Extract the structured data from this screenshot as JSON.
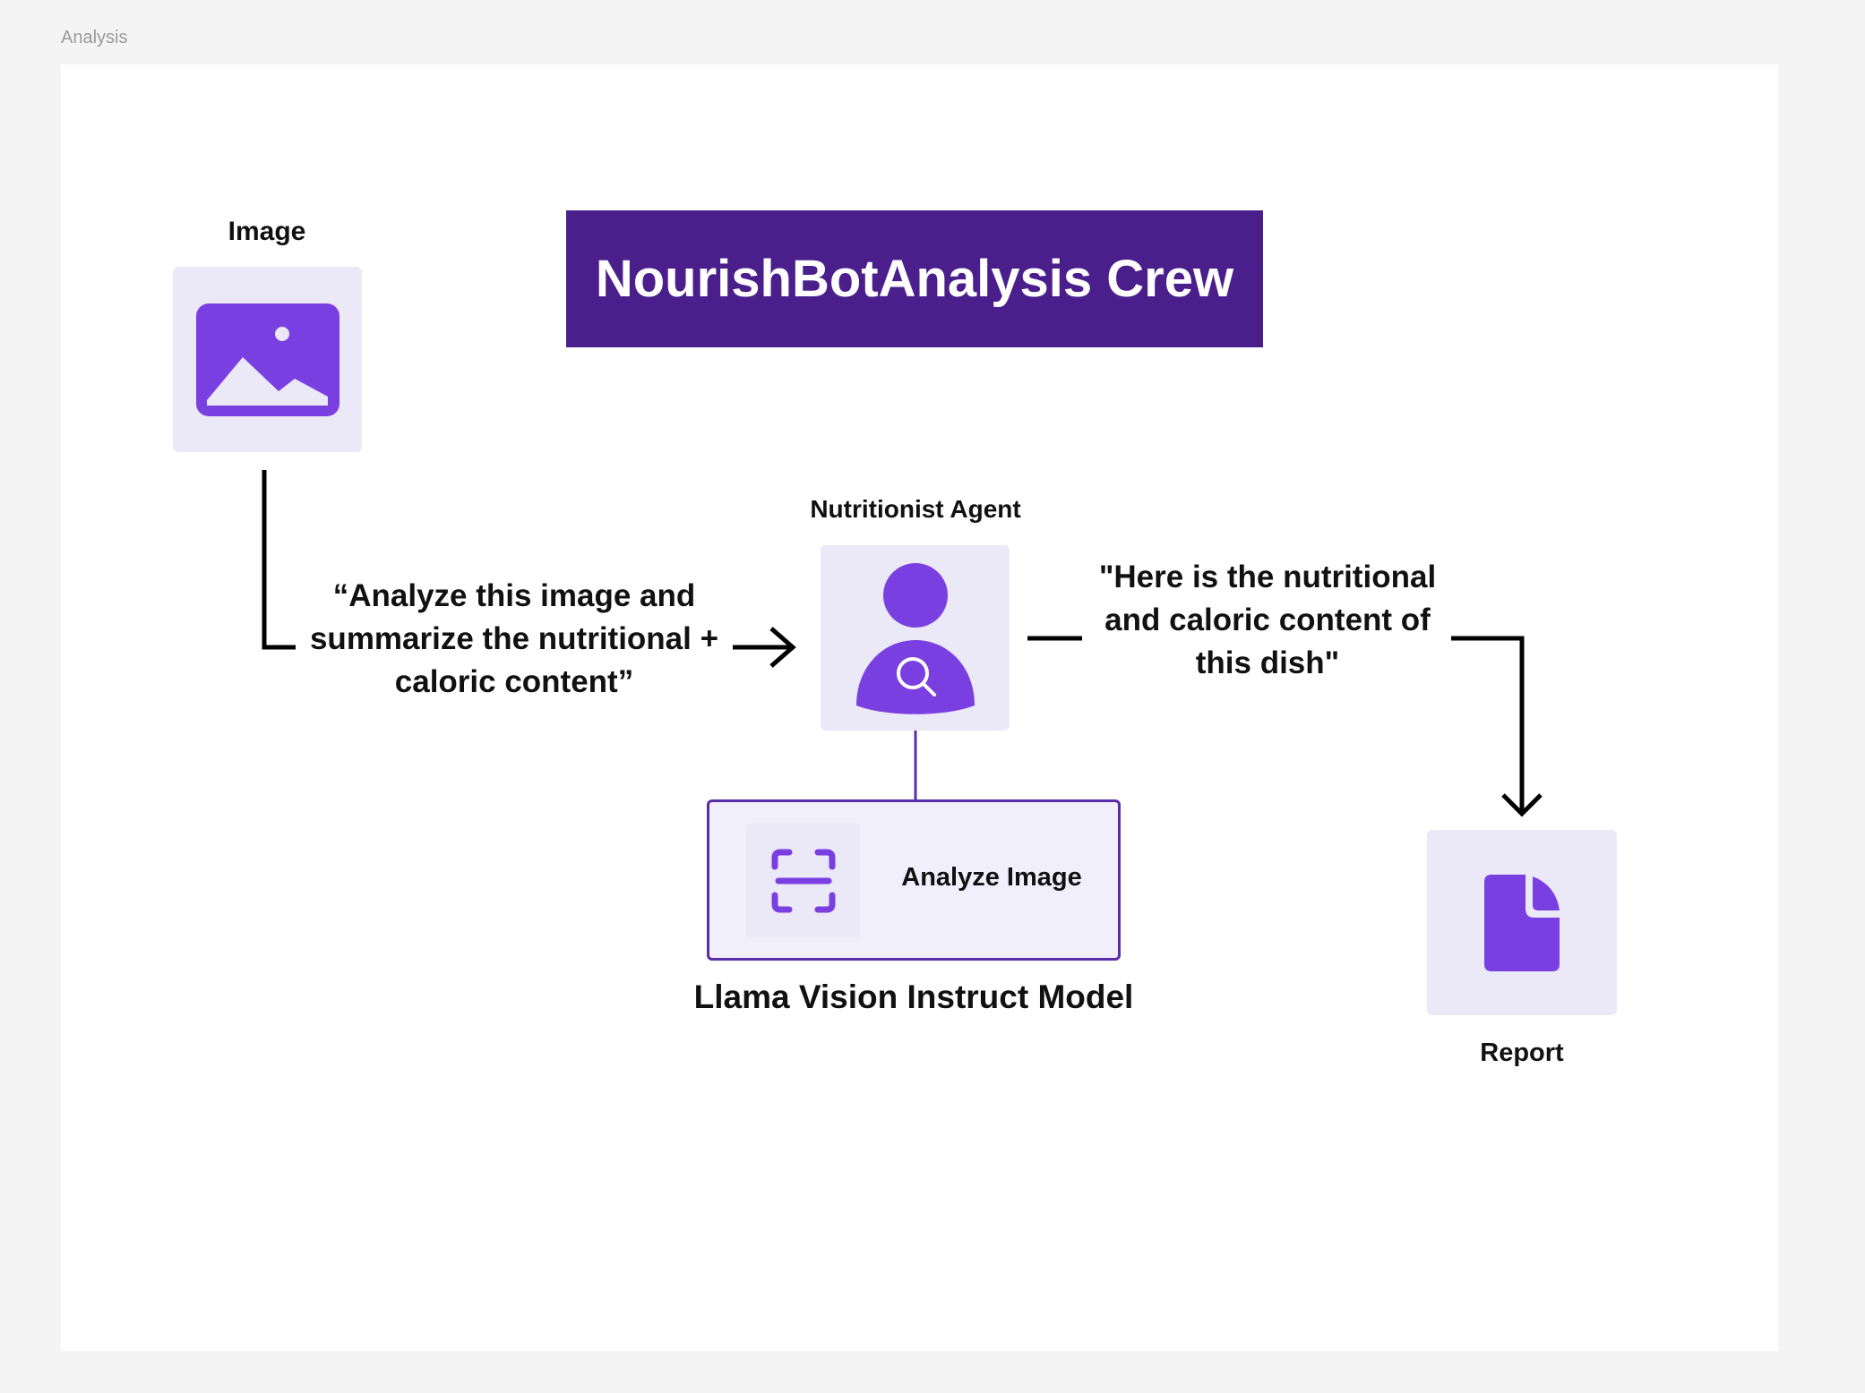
{
  "frame": {
    "label": "Analysis"
  },
  "diagram": {
    "title": "NourishBotAnalysis Crew",
    "image_node": {
      "label": "Image",
      "icon": "image-icon"
    },
    "request_text": "“Analyze this image and summarize the nutritional + caloric content”",
    "agent_node": {
      "label": "Nutritionist Agent",
      "icon": "agent-search-icon"
    },
    "response_text": "\"Here is the nutritional and caloric content of this dish\"",
    "tool_node": {
      "label": "Analyze Image",
      "icon": "scan-icon"
    },
    "model_label": "Llama Vision Instruct Model",
    "report_node": {
      "label": "Report",
      "icon": "document-icon"
    }
  },
  "colors": {
    "banner": "#4a1f8c",
    "accent": "#7a3fe0",
    "tile": "#ebe8f8",
    "tool_border": "#5a2ca8",
    "wire": "#000000"
  }
}
